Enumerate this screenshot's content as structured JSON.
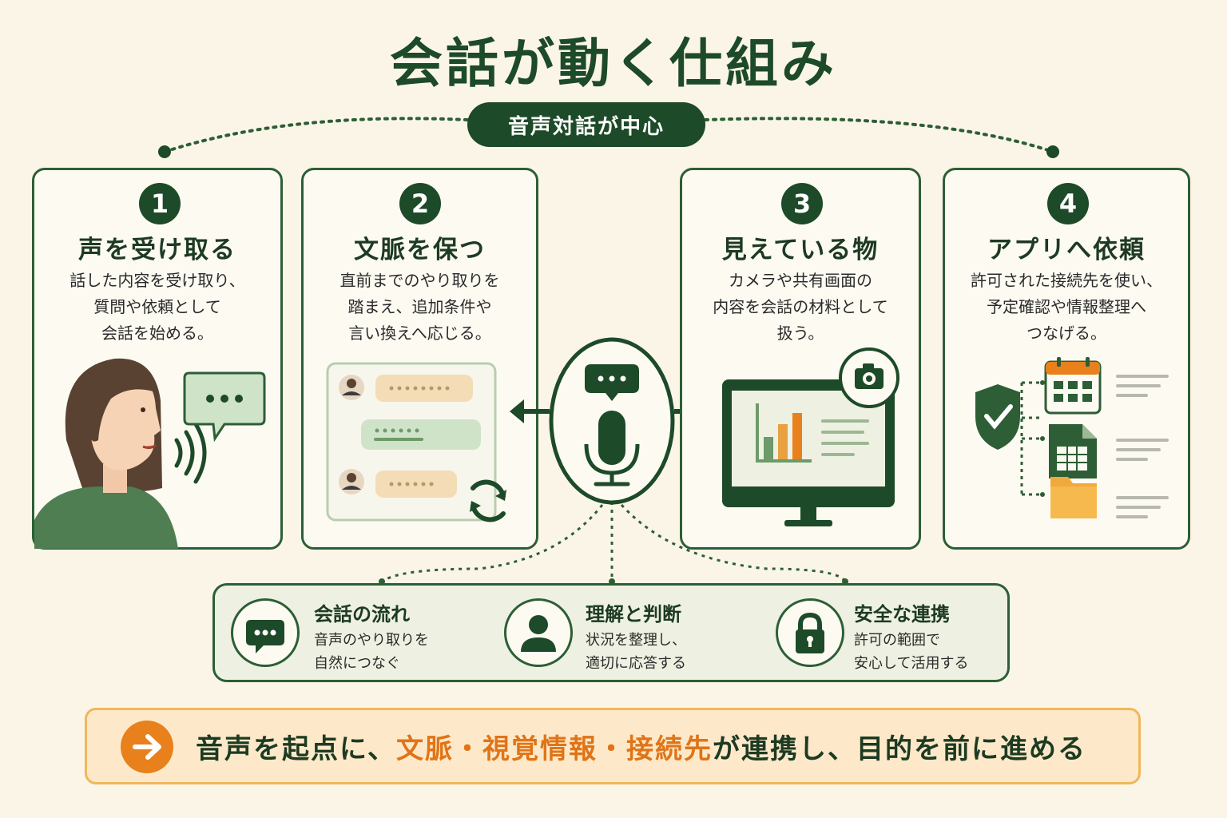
{
  "title": "会話が動く仕組み",
  "center_label": "音声対話が中心",
  "steps": [
    {
      "number": "1",
      "title": "声を受け取る",
      "description": "話した内容を受け取り、\n質問や依頼として\n会話を始める。"
    },
    {
      "number": "2",
      "title": "文脈を保つ",
      "description": "直前までのやり取りを\n踏まえ、追加条件や\n言い換えへ応じる。"
    },
    {
      "number": "3",
      "title": "見えている物",
      "description": "カメラや共有画面の\n内容を会話の材料として\n扱う。"
    },
    {
      "number": "4",
      "title": "アプリへ依頼",
      "description": "許可された接続先を使い、\n予定確認や情報整理へ\nつなげる。"
    }
  ],
  "features": [
    {
      "title": "会話の流れ",
      "description": "音声のやり取りを\n自然につなぐ",
      "icon": "chat-bubble-icon"
    },
    {
      "title": "理解と判断",
      "description": "状況を整理し、\n適切に応答する",
      "icon": "person-icon"
    },
    {
      "title": "安全な連携",
      "description": "許可の範囲で\n安心して活用する",
      "icon": "lock-icon"
    }
  ],
  "footer": {
    "part1": "音声を起点に、",
    "highlight": "文脈・視覚情報・接続先",
    "part2": "が連携し、目的を前に進める"
  },
  "colors": {
    "background": "#fbf5e8",
    "primary_green": "#1d4a28",
    "accent_orange": "#e8801c",
    "footer_bg": "#fde9c9"
  }
}
